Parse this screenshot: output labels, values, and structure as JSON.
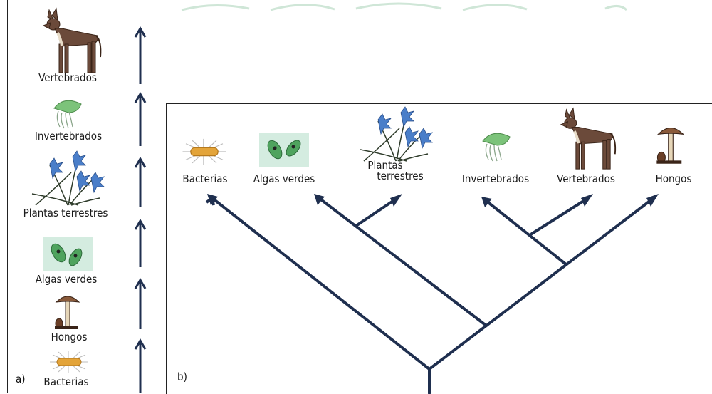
{
  "panel_a": {
    "letter": "a)",
    "labels": [
      "Vertebrados",
      "Invertebrados",
      "Plantas terrestres",
      "Algas verdes",
      "Hongos",
      "Bacterias"
    ]
  },
  "panel_b": {
    "letter": "b)",
    "labels": {
      "bacterias": "Bacterias",
      "algas": "Algas verdes",
      "plantas_1": "Plantas",
      "plantas_2": "terrestres",
      "invertebrados": "Invertebrados",
      "vertebrados": "Vertebrados",
      "hongos": "Hongos"
    }
  },
  "colors": {
    "arrow": "#1f2f4f",
    "tree": "#1f2f4f",
    "watermark": "#cfe6d7"
  },
  "icons": [
    "dog-icon",
    "jellyfish-icon",
    "flowers-icon",
    "algae-icon",
    "mushroom-icon",
    "bacteria-icon"
  ]
}
